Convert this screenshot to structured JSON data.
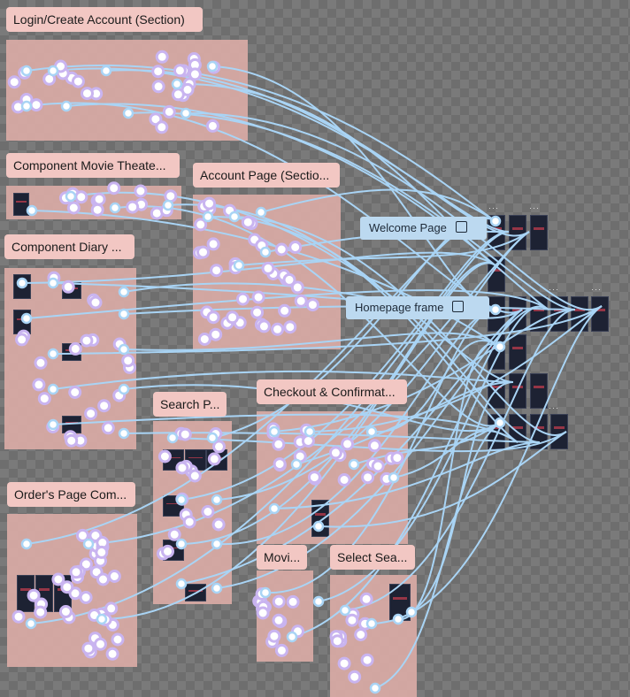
{
  "sections": {
    "login": {
      "label": "Login/Create Account (Section)"
    },
    "movie_theater": {
      "label": "Component Movie Theate..."
    },
    "account": {
      "label": "Account Page (Sectio..."
    },
    "diary": {
      "label": "Component Diary ..."
    },
    "search": {
      "label": "Search P..."
    },
    "checkout": {
      "label": "Checkout & Confirmat..."
    },
    "orders": {
      "label": "Order's Page Com..."
    },
    "movie": {
      "label": "Movi..."
    },
    "select_seat": {
      "label": "Select Sea..."
    }
  },
  "frames": {
    "welcome": {
      "label": "Welcome Page",
      "icon": "play-frame-icon"
    },
    "homepage": {
      "label": "Homepage frame",
      "icon": "play-frame-icon"
    }
  },
  "colors": {
    "wire": "#a9d4f5",
    "node_fill": "#ffffff",
    "node_ring": "#c9b4f0",
    "section": "#d9aaa5",
    "label_bg": "#f2c7c3"
  }
}
